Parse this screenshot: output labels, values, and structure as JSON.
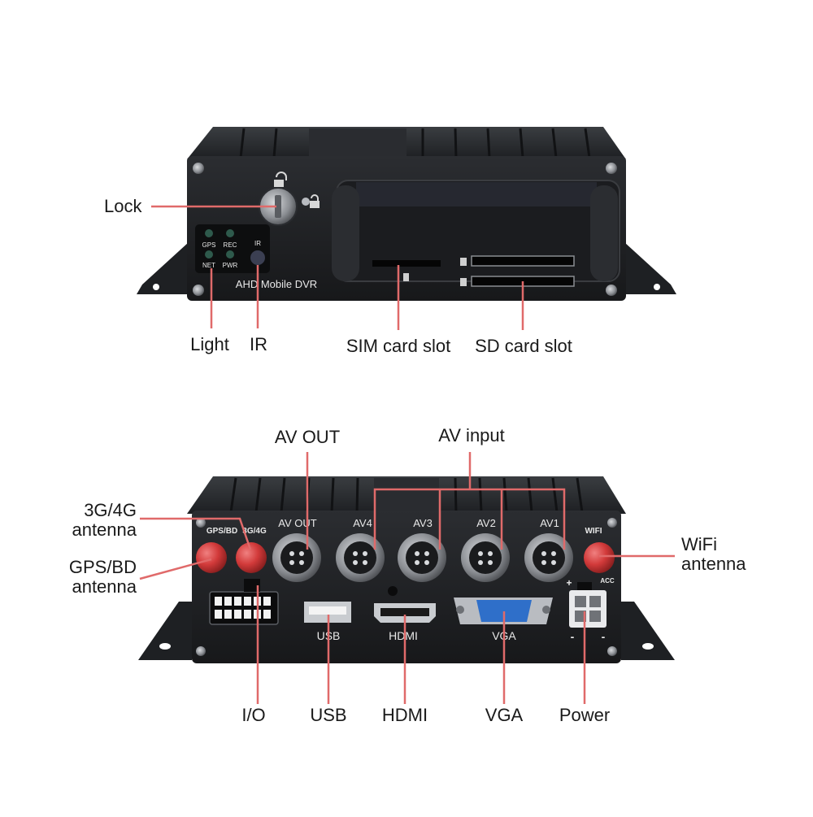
{
  "front": {
    "model_text": "AHD Mobile DVR",
    "leds": [
      "GPS",
      "REC",
      "NET",
      "PWR"
    ],
    "ir_text": "IR"
  },
  "rear": {
    "port_labels": {
      "gps": "GPS/BD",
      "g4": "3G/4G",
      "avout": "AV OUT",
      "av4": "AV4",
      "av3": "AV3",
      "av2": "AV2",
      "av1": "AV1",
      "wifi": "WIFI",
      "usb": "USB",
      "hdmi": "HDMI",
      "vga": "VGA",
      "acc": "ACC",
      "plus": "+",
      "minus": "-"
    }
  },
  "callouts": {
    "lock": "Lock",
    "light": "Light",
    "ir": "IR",
    "sim": "SIM card slot",
    "sd": "SD card slot",
    "av_out": "AV OUT",
    "av_input": "AV input",
    "antenna_3g4g": [
      "3G/4G",
      "antenna"
    ],
    "antenna_gps": [
      "GPS/BD",
      "antenna"
    ],
    "antenna_wifi": [
      "WiFi",
      "antenna"
    ],
    "io": "I/O",
    "usb": "USB",
    "hdmi": "HDMI",
    "vga": "VGA",
    "power": "Power"
  },
  "colors": {
    "leader": "#e06a6a",
    "chassis": "#26282b",
    "panel": "#141517",
    "antenna": "#d23a3a",
    "vga": "#2f6fc9",
    "text": "#1a1a1a"
  }
}
